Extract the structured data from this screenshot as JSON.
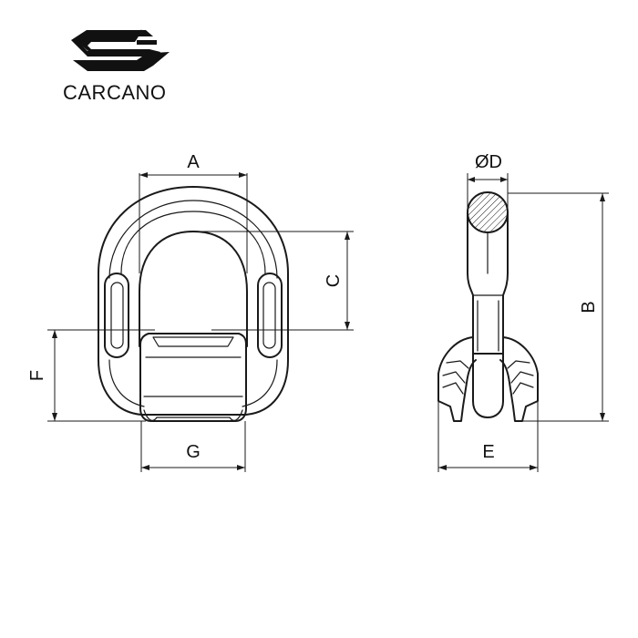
{
  "brand": {
    "name": "CARCANO"
  },
  "dimensions": {
    "A": "A",
    "B": "B",
    "C": "C",
    "D": "ØD",
    "E": "E",
    "F": "F",
    "G": "G"
  },
  "colors": {
    "line": "#1a1a1a",
    "background": "#ffffff"
  }
}
